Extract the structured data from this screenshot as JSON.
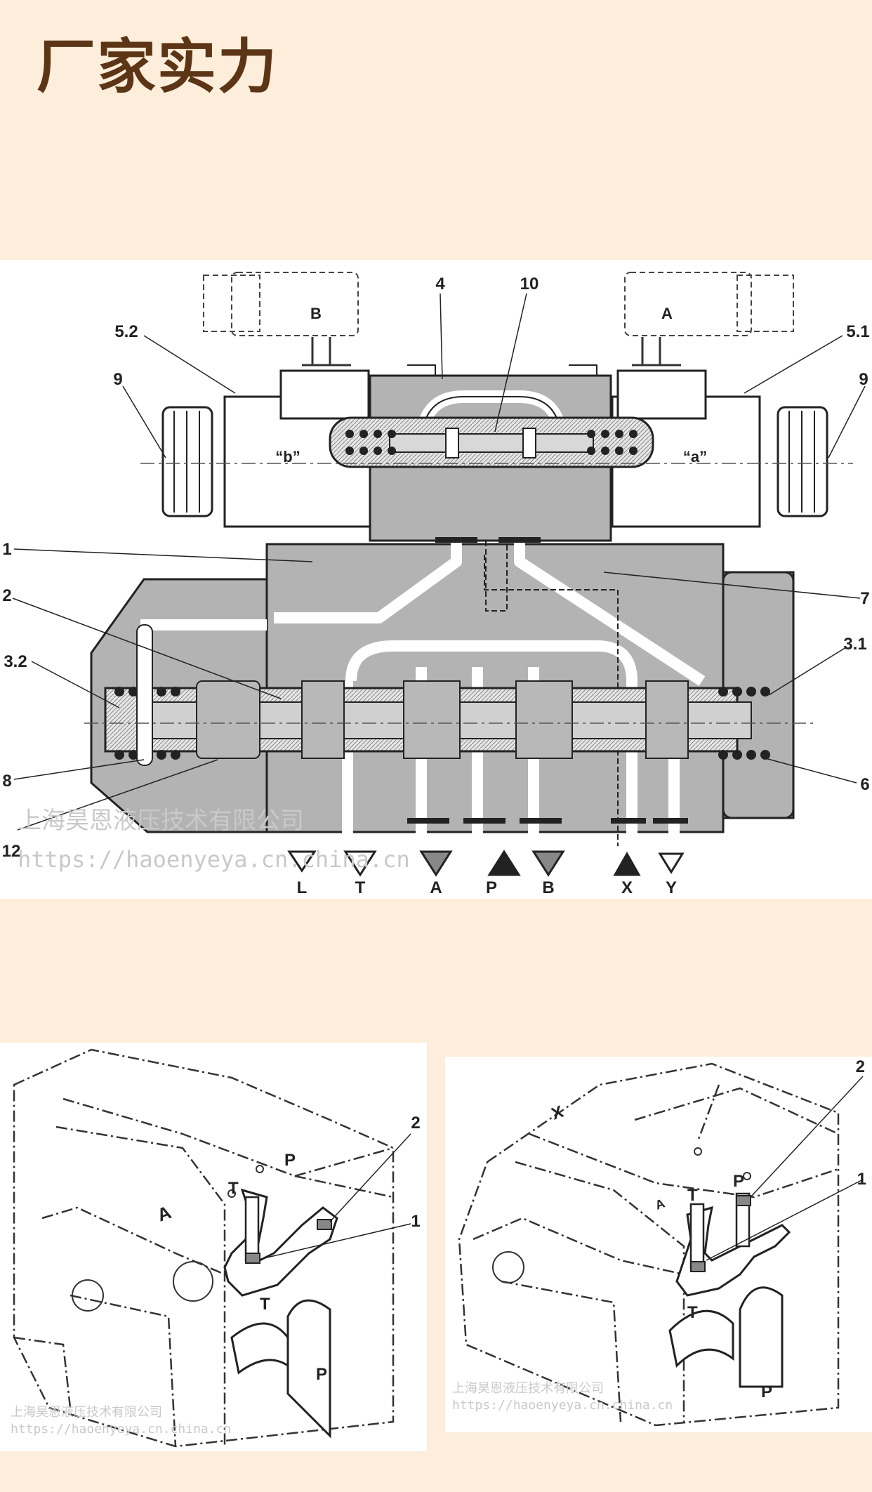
{
  "header": {
    "title": "厂家实力"
  },
  "section_diagram": {
    "callouts": {
      "n4": "4",
      "n10": "10",
      "n5_2": "5.2",
      "n5_1": "5.1",
      "n9_left": "9",
      "n9_right": "9",
      "n1": "1",
      "n2": "2",
      "n3_2": "3.2",
      "n8": "8",
      "n12": "12",
      "n7": "7",
      "n3_1": "3.1",
      "n6": "6"
    },
    "solenoid_labels": {
      "left": "B",
      "right": "A"
    },
    "position_labels": {
      "left": "“b”",
      "right": "“a”"
    },
    "ports": [
      "L",
      "T",
      "A",
      "P",
      "B",
      "X",
      "Y"
    ],
    "watermark": {
      "company": "上海昊恩液压技术有限公司",
      "url": "https://haoenyeya.cn.china.cn"
    }
  },
  "section_left": {
    "face_label": "A",
    "port_labels": {
      "t_top": "T",
      "p_top": "P",
      "t_bottom": "T",
      "p_bottom": "P"
    },
    "callouts": {
      "n2": "2",
      "n1": "1"
    },
    "watermark": {
      "company": "上海昊恩液压技术有限公司",
      "url": "https://haoenyeya.cn.china.cn"
    }
  },
  "section_right": {
    "face_label": "X",
    "face_label_2": "A",
    "port_labels": {
      "t_top": "T",
      "p_top": "P",
      "t_bottom": "T",
      "p_bottom": "P"
    },
    "callouts": {
      "n2": "2",
      "n1": "1"
    },
    "watermark": {
      "company": "上海昊恩液压技术有限公司",
      "url": "https://haoenyeya.cn.china.cn"
    }
  },
  "colors": {
    "background": "#fdeedb",
    "title": "#5c3516",
    "body_fill": "#b3b3b3",
    "line": "#222222"
  }
}
